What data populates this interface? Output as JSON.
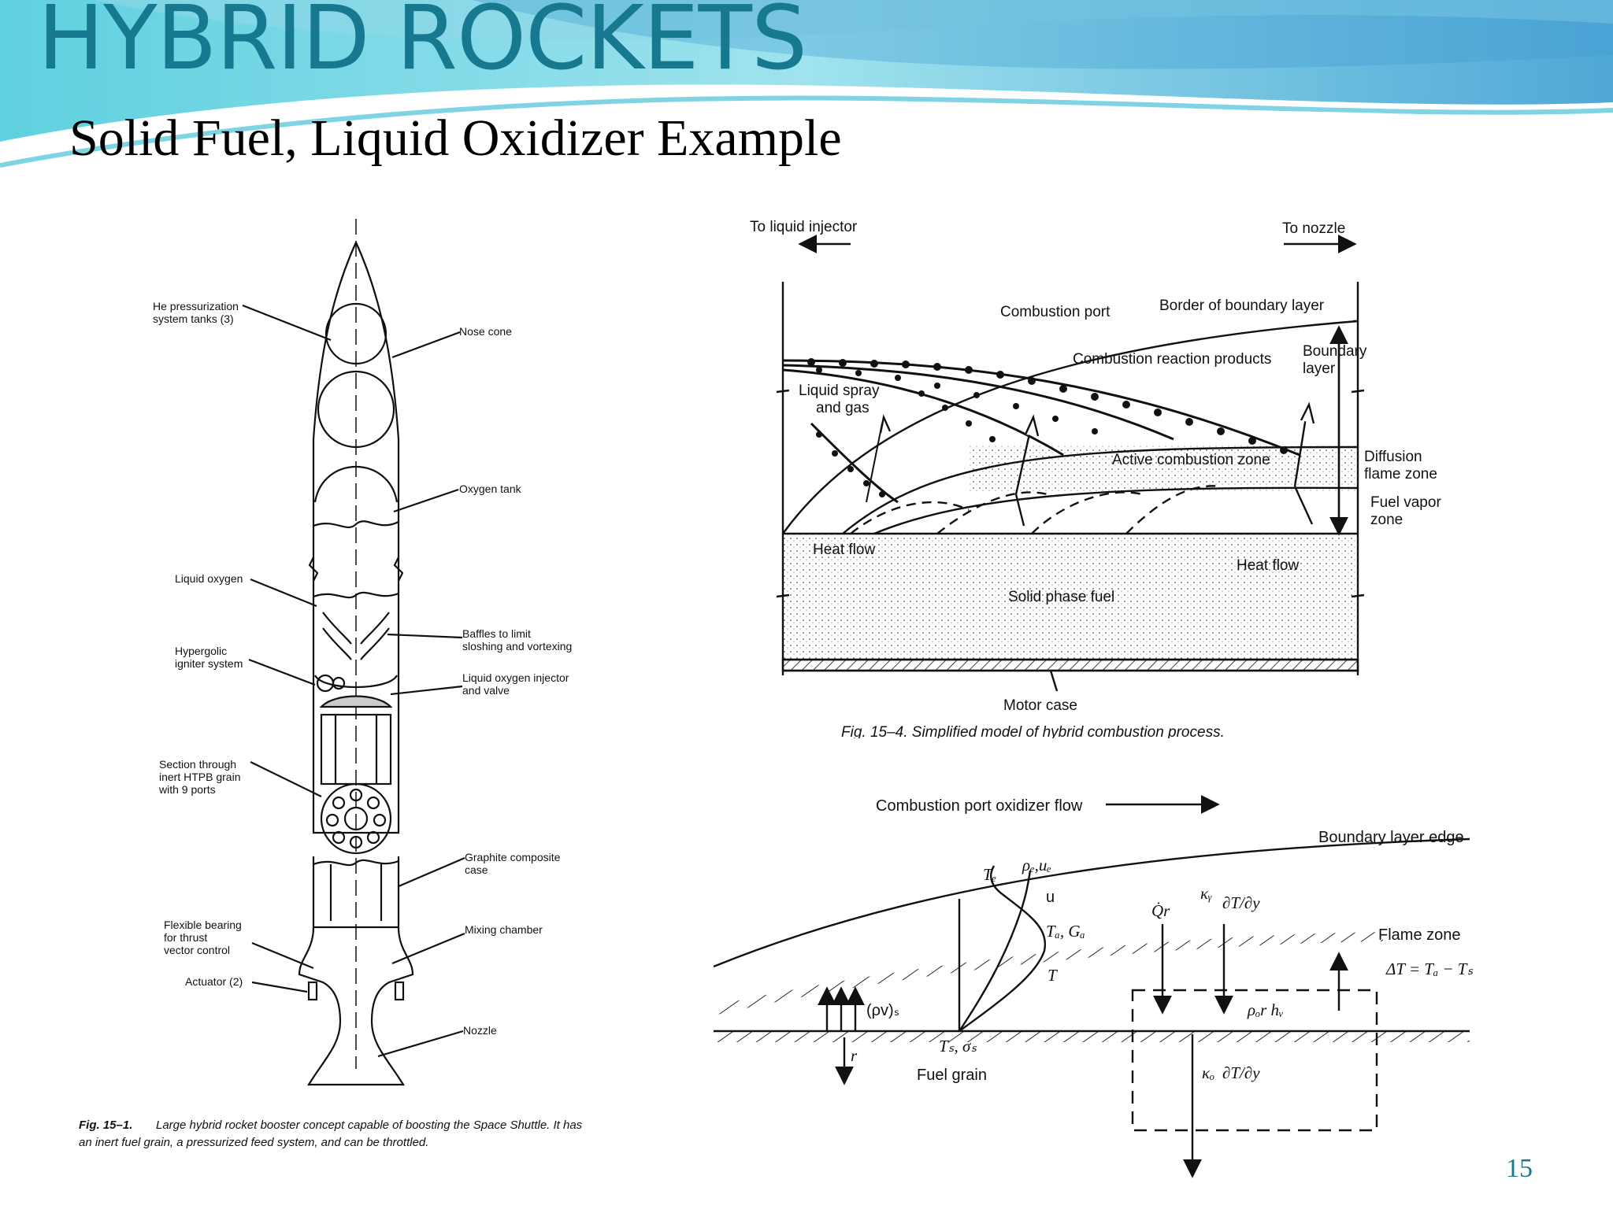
{
  "slide": {
    "title": "HYBRID ROCKETS",
    "subtitle": "Solid Fuel, Liquid Oxidizer Example",
    "page_number": "15"
  },
  "figure_rocket": {
    "labels": {
      "he_tanks_1": "He pressurization",
      "he_tanks_2": "system tanks (3)",
      "nose_cone": "Nose cone",
      "oxygen_tank": "Oxygen tank",
      "liquid_oxygen": "Liquid oxygen",
      "baffles_1": "Baffles to limit",
      "baffles_2": "sloshing and vortexing",
      "hypergolic_1": "Hypergolic",
      "hypergolic_2": "igniter system",
      "lox_injector_1": "Liquid oxygen injector",
      "lox_injector_2": "and valve",
      "section_1": "Section through",
      "section_2": "inert HTPB grain",
      "section_3": "with 9 ports",
      "graphite_1": "Graphite composite",
      "graphite_2": "case",
      "flex_1": "Flexible bearing",
      "flex_2": "for thrust",
      "flex_3": "vector control",
      "mixing_chamber": "Mixing chamber",
      "actuator": "Actuator (2)",
      "nozzle": "Nozzle"
    },
    "caption_bold": "Fig. 15–1.",
    "caption_line1": "Large hybrid rocket booster concept capable of boosting the Space Shuttle. It has",
    "caption_line2": "an inert fuel grain, a pressurized feed system, and can be throttled."
  },
  "figure_combustion": {
    "labels": {
      "to_injector": "To liquid injector",
      "to_nozzle": "To nozzle",
      "combustion_port": "Combustion port",
      "border_boundary": "Border of boundary layer",
      "reaction_products": "Combustion reaction products",
      "boundary_layer_1": "Boundary",
      "boundary_layer_2": "layer",
      "liquid_spray_1": "Liquid spray",
      "liquid_spray_2": "and gas",
      "active_zone": "Active combustion zone",
      "diffusion_1": "Diffusion",
      "diffusion_2": "flame zone",
      "fuel_vapor_1": "Fuel vapor",
      "fuel_vapor_2": "zone",
      "heat_flow_left": "Heat flow",
      "heat_flow_right": "Heat flow",
      "solid_fuel": "Solid phase fuel",
      "motor_case": "Motor case"
    },
    "caption_partial": "Fig. 15–4. Simplified model of hybrid combustion process."
  },
  "figure_boundary": {
    "labels": {
      "oxidizer_flow": "Combustion port oxidizer flow",
      "boundary_edge": "Boundary layer edge",
      "flame_zone": "Flame zone",
      "delta_t": "ΔT = Tₐ − Tₛ",
      "te": "Tₑ",
      "rho_u": "ρₑ,uₑ",
      "u": "u",
      "qr": "Q̇r",
      "kg": "κᵧ",
      "tf_gf": "Tₐ, Gₐ",
      "t": "T",
      "rho_v": "(ρv)ₛ",
      "rfhv": "ρₒr hᵥ",
      "ts_sigma": "Tₛ, σₛ",
      "r": "r",
      "fuel_grain": "Fuel grain",
      "kf": "κₒ",
      "dtdy": "∂T/∂y"
    }
  }
}
